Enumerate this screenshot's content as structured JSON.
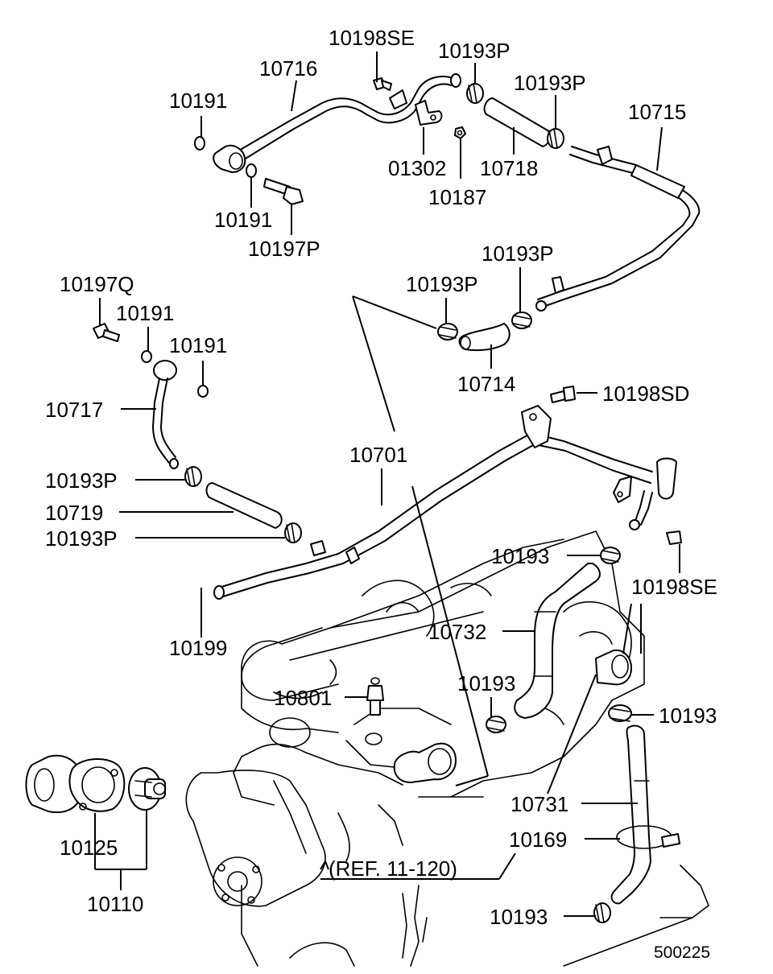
{
  "labels": {
    "l10198SE_top": "10198SE",
    "l10193P_a": "10193P",
    "l10716": "10716",
    "l10191_a": "10191",
    "l10193P_b": "10193P",
    "l10715": "10715",
    "l01302": "01302",
    "l10718": "10718",
    "l10187": "10187",
    "l10191_b": "10191",
    "l10197P": "10197P",
    "l10197Q": "10197Q",
    "l10193P_c": "10193P",
    "l10193P_d": "10193P",
    "l10191_c": "10191",
    "l10191_d": "10191",
    "l10714": "10714",
    "l10198SD": "10198SD",
    "l10717": "10717",
    "l10701": "10701",
    "l10193P_e": "10193P",
    "l10719": "10719",
    "l10193P_f": "10193P",
    "l10193_a": "10193",
    "l10198SE_mid": "10198SE",
    "l10199": "10199",
    "l10732": "10732",
    "l10801": "10801",
    "l10193_b": "10193",
    "l10193_c": "10193",
    "l10731": "10731",
    "l10125": "10125",
    "l10169": "10169",
    "l10110": "10110",
    "lREF": "(REF. 11-120)",
    "l10193_d": "10193",
    "diagram_id": "500225"
  }
}
